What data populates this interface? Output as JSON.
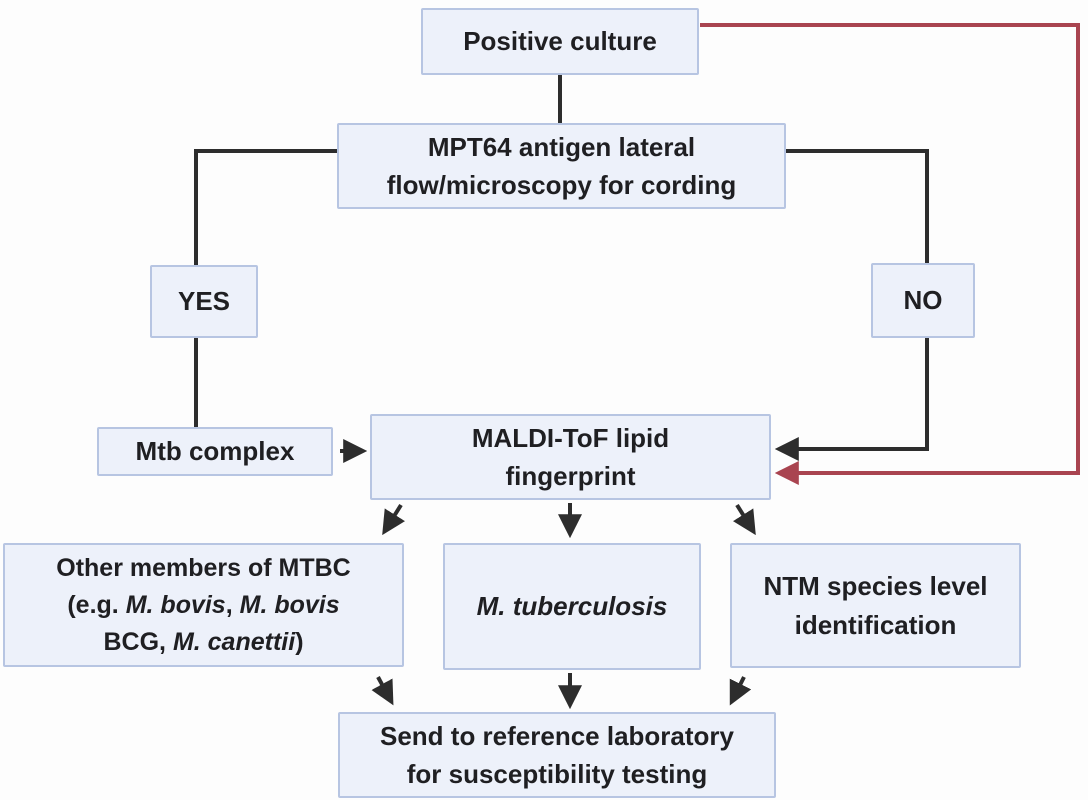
{
  "colors": {
    "background": "#fdfdfd",
    "box_fill": "#edf1fa",
    "box_border": "#b7c5e2",
    "text": "#1f1f22",
    "line_dark": "#2d2d2d",
    "line_red": "#a94450"
  },
  "nodes": {
    "positive_culture": {
      "label": "Positive culture"
    },
    "mpt64": {
      "line1": "MPT64 antigen lateral",
      "line2": "flow/microscopy for cording"
    },
    "yes": {
      "label": "YES"
    },
    "no": {
      "label": "NO"
    },
    "mtb_complex": {
      "label": "Mtb complex"
    },
    "maldi": {
      "line1": "MALDI-ToF lipid",
      "line2": "fingerprint"
    },
    "other_mtbc": {
      "line1": "Other members of MTBC",
      "line2_pre": "(e.g. ",
      "line2_italic1": "M. bovis",
      "line2_sep": ", ",
      "line2_italic2": "M. bovis",
      "line3_pre": "BCG, ",
      "line3_italic": "M. canettii",
      "line3_post": ")"
    },
    "m_tuberculosis": {
      "label": "M. tuberculosis"
    },
    "ntm": {
      "line1": "NTM species level",
      "line2": "identification"
    },
    "send_reference": {
      "line1": "Send to reference laboratory",
      "line2": "for susceptibility testing"
    }
  },
  "connectors": [
    {
      "from": "positive_culture",
      "to": "mpt64",
      "color": "black",
      "arrowhead": false
    },
    {
      "from": "mpt64",
      "to": "yes",
      "color": "black",
      "arrowhead": false
    },
    {
      "from": "mpt64",
      "to": "no",
      "color": "black",
      "arrowhead": false
    },
    {
      "from": "yes",
      "to": "mtb_complex",
      "color": "black",
      "arrowhead": false
    },
    {
      "from": "mtb_complex",
      "to": "maldi",
      "color": "black",
      "arrowhead": true
    },
    {
      "from": "no",
      "to": "maldi",
      "color": "black",
      "arrowhead": true
    },
    {
      "from": "positive_culture",
      "to": "maldi",
      "color": "red",
      "arrowhead": true
    },
    {
      "from": "maldi",
      "to": "other_mtbc",
      "color": "black",
      "arrowhead": true
    },
    {
      "from": "maldi",
      "to": "m_tuberculosis",
      "color": "black",
      "arrowhead": true
    },
    {
      "from": "maldi",
      "to": "ntm",
      "color": "black",
      "arrowhead": true
    },
    {
      "from": "other_mtbc",
      "to": "send_reference",
      "color": "black",
      "arrowhead": true
    },
    {
      "from": "m_tuberculosis",
      "to": "send_reference",
      "color": "black",
      "arrowhead": true
    },
    {
      "from": "ntm",
      "to": "send_reference",
      "color": "black",
      "arrowhead": true
    }
  ]
}
